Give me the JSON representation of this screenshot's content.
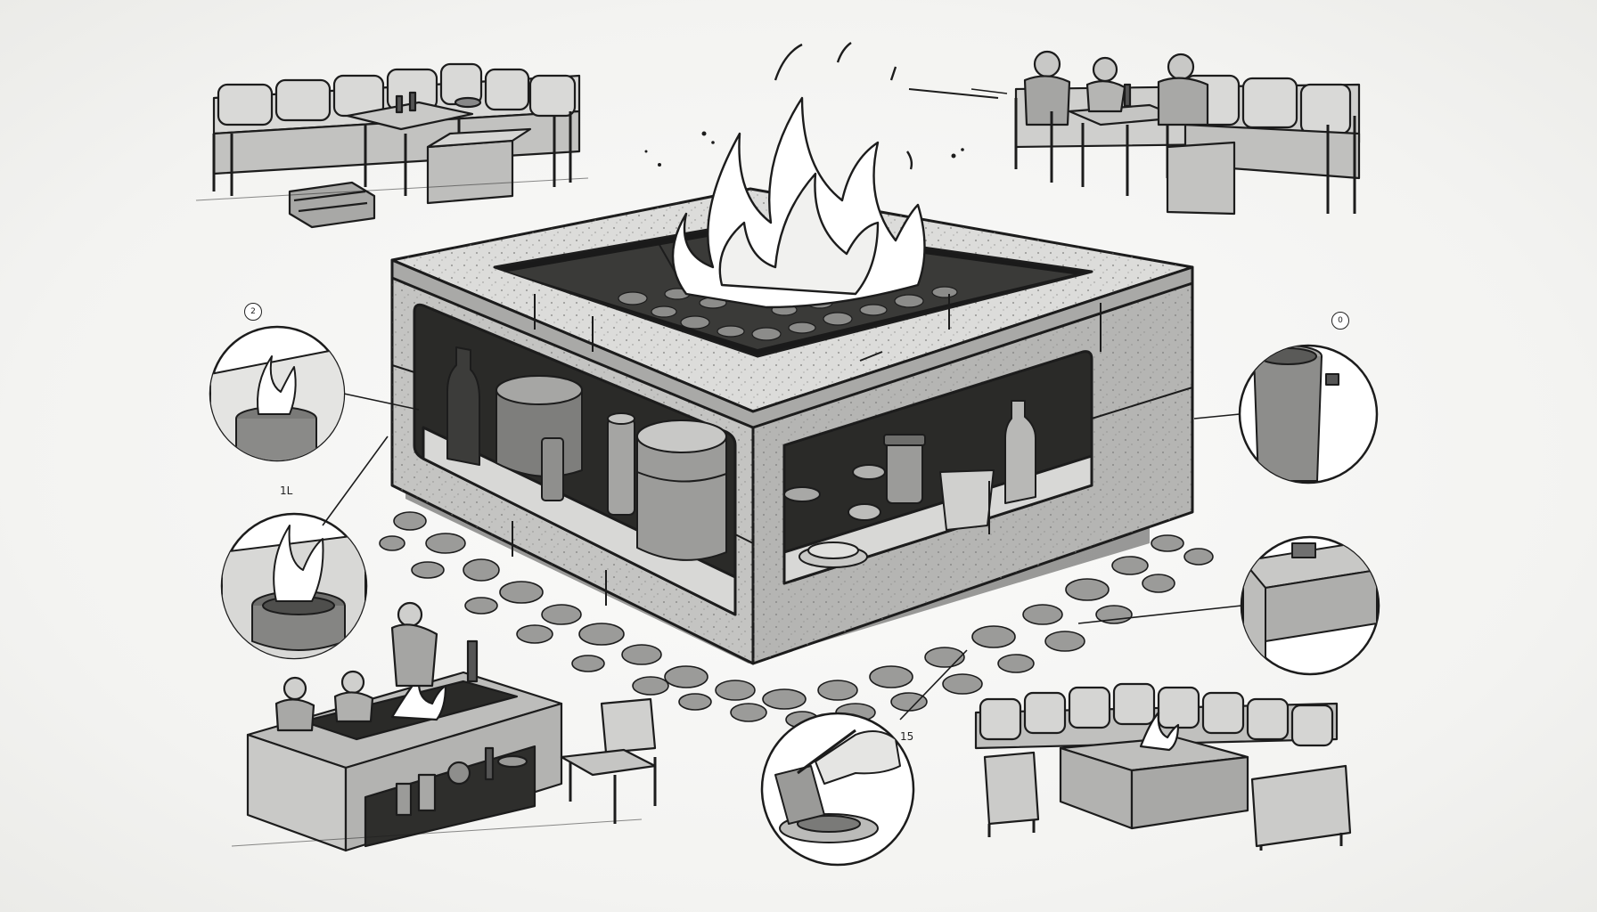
{
  "callouts": [
    {
      "id": "badge-left-top",
      "text": "2"
    },
    {
      "id": "badge-left-mid",
      "text": "1L"
    },
    {
      "id": "badge-right-top",
      "text": "0"
    },
    {
      "id": "badge-bottom",
      "text": "15"
    }
  ],
  "colors": {
    "ink": "#1c1c1c",
    "concrete": "#c9c9c7",
    "concrete_dark": "#9d9d9b",
    "shadow": "#5a5a58",
    "flame": "#ffffff",
    "pebble": "#8a8a88"
  }
}
